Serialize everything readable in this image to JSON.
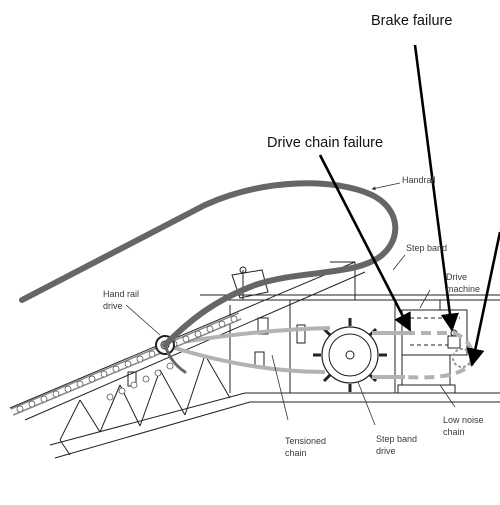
{
  "callouts": {
    "brake_failure": "Brake failure",
    "drive_chain_failure": "Drive chain failure"
  },
  "labels": {
    "handrail": "Handrail",
    "step_band": "Step band",
    "drive_machine_line1": "Drive",
    "drive_machine_line2": "machine",
    "hand_rail_drive_line1": "Hand rail",
    "hand_rail_drive_line2": "drive",
    "tensioned_chain_line1": "Tensioned",
    "tensioned_chain_line2": "chain",
    "step_band_drive_line1": "Step band",
    "step_band_drive_line2": "drive",
    "low_noise_chain_line1": "Low noise",
    "low_noise_chain_line2": "chain"
  },
  "colors": {
    "handrail": "#666666",
    "chain": "#b3b3b3",
    "outline": "#222222",
    "callout_arrow": "#000000"
  }
}
